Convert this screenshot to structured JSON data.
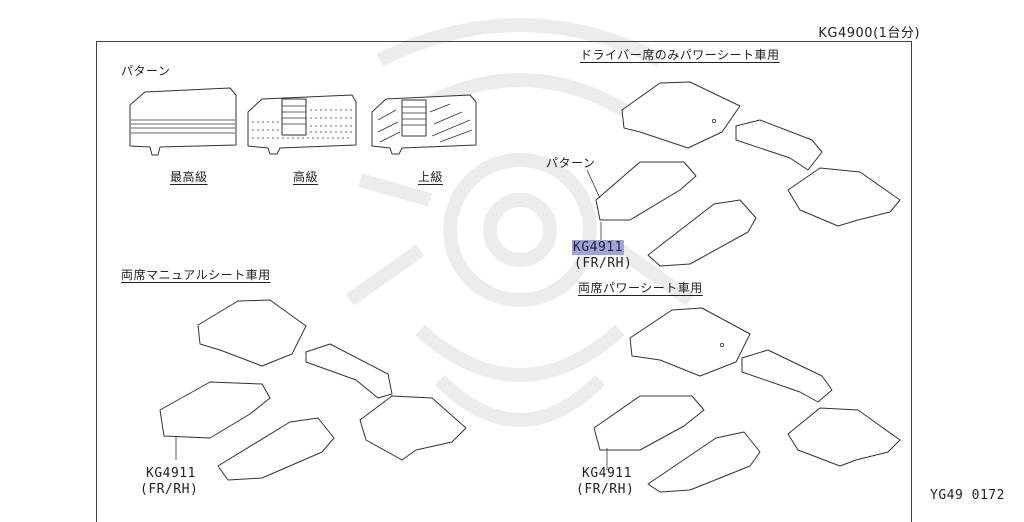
{
  "header": {
    "kit_code": "KG4900(1台分)"
  },
  "patterns": {
    "label": "パターン",
    "items": [
      {
        "name": "最高級"
      },
      {
        "name": "高級"
      },
      {
        "name": "上級"
      }
    ]
  },
  "sections": {
    "driver_power": {
      "title": "ドライバー席のみパワーシート車用",
      "pattern_callout": "パターン"
    },
    "both_manual": {
      "title": "両席マニュアルシート車用"
    },
    "both_power": {
      "title": "両席パワーシート車用"
    }
  },
  "callouts": {
    "top": {
      "code": "KG4911",
      "sub": "(FR/RH)",
      "highlight": "#9ea3e0"
    },
    "bottom_left": {
      "code": "KG4911",
      "sub": "(FR/RH)"
    },
    "bottom_right": {
      "code": "KG4911",
      "sub": "(FR/RH)"
    }
  },
  "footer": {
    "drawing_id": "YG49 0172"
  }
}
